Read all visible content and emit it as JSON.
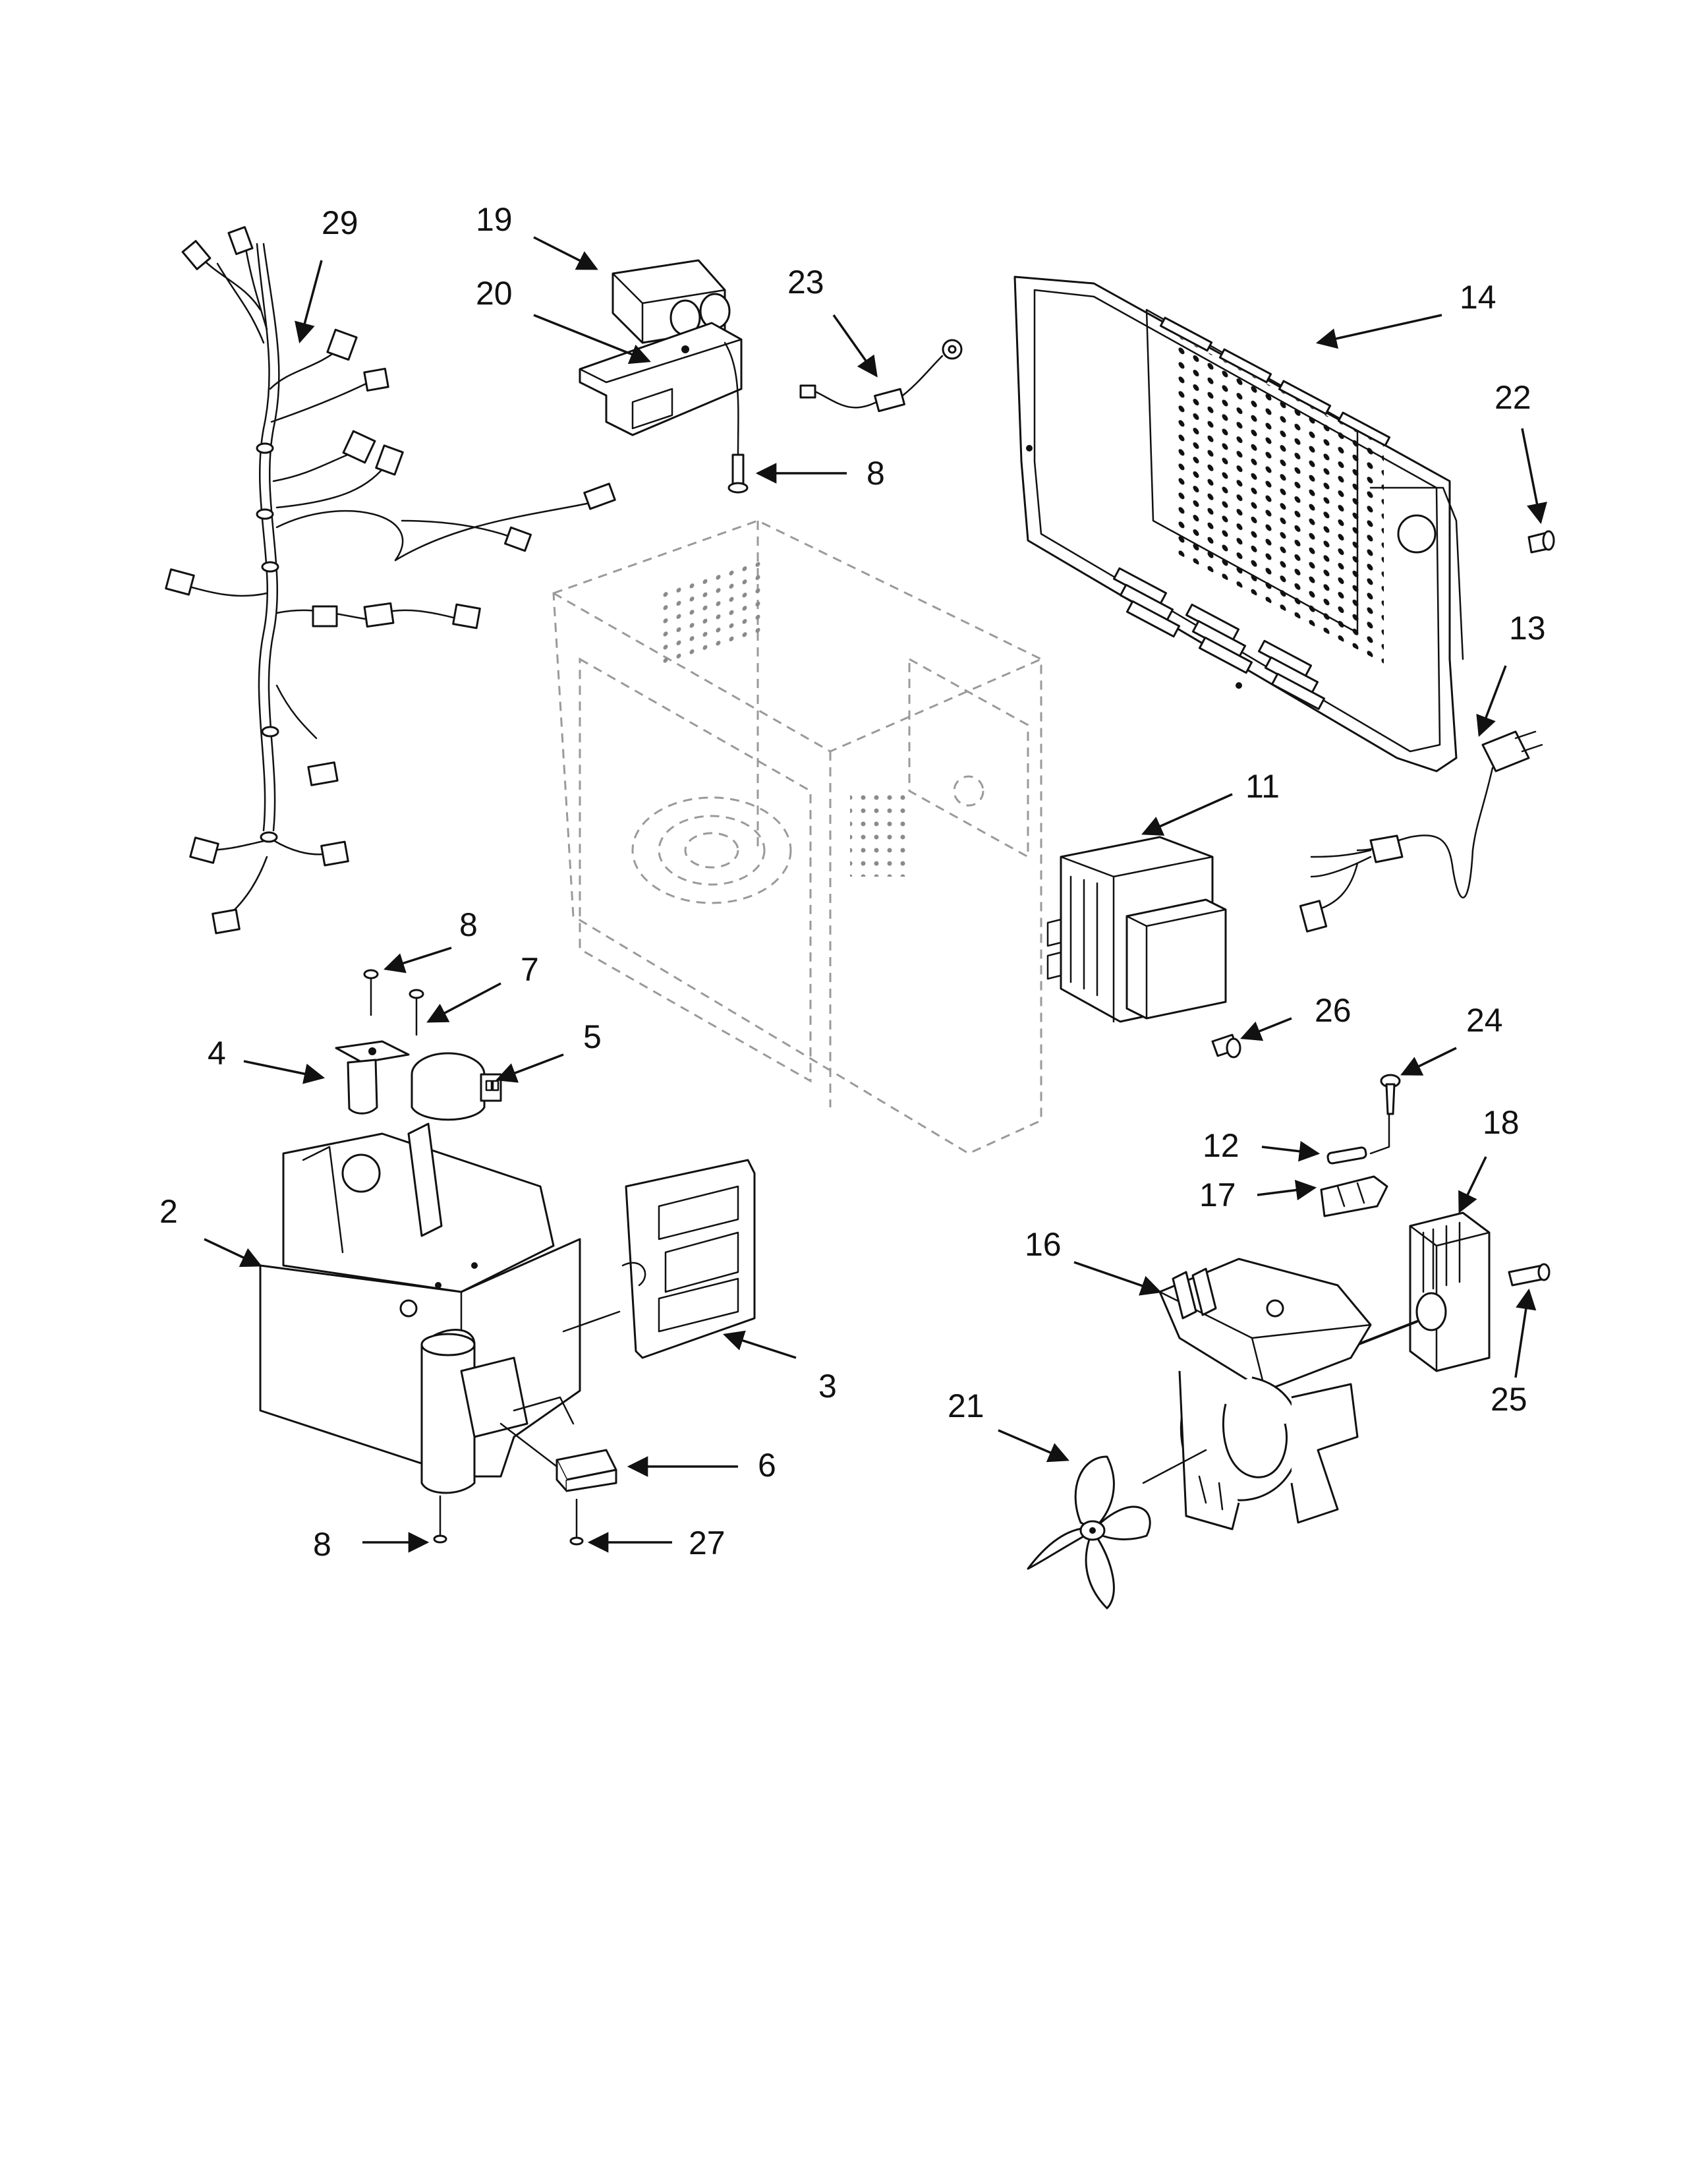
{
  "callouts": {
    "c29": "29",
    "c19": "19",
    "c20": "20",
    "c23": "23",
    "c14": "14",
    "c22": "22",
    "c8a": "8",
    "c13": "13",
    "c11": "11",
    "c8b": "8",
    "c7": "7",
    "c4": "4",
    "c5": "5",
    "c26": "26",
    "c24": "24",
    "c12": "12",
    "c18": "18",
    "c17": "17",
    "c2": "2",
    "c16": "16",
    "c3": "3",
    "c25": "25",
    "c21": "21",
    "c6": "6",
    "c8c": "8",
    "c27": "27"
  },
  "colors": {
    "ink": "#111111",
    "ghost": "#9a9a9a",
    "background": "#ffffff"
  }
}
